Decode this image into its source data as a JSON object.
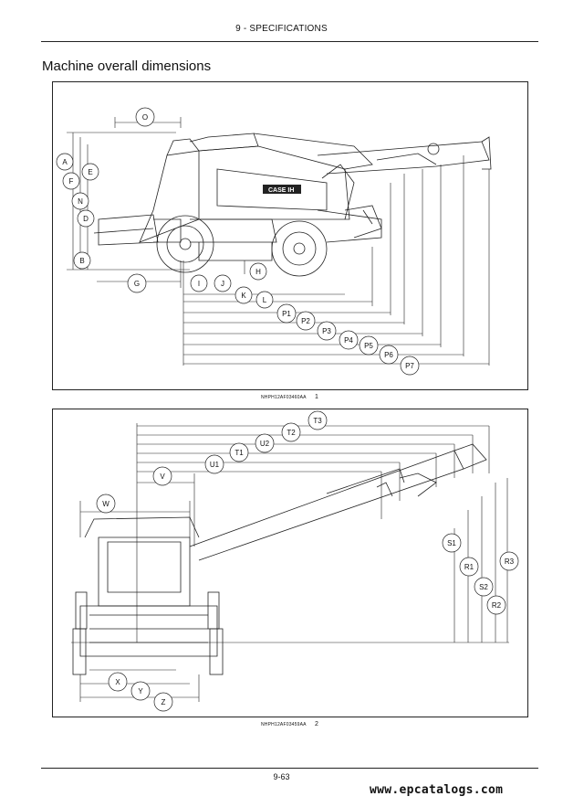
{
  "header": {
    "section": "9 - SPECIFICATIONS"
  },
  "title": "Machine overall dimensions",
  "figure1": {
    "code": "NHPH12AF03460AA",
    "number": "1",
    "brand_text": "CASE IH",
    "labels": [
      "A",
      "B",
      "D",
      "E",
      "F",
      "G",
      "H",
      "I",
      "J",
      "K",
      "L",
      "N",
      "O",
      "P1",
      "P2",
      "P3",
      "P4",
      "P5",
      "P6",
      "P7"
    ]
  },
  "figure2": {
    "code": "NHPH12AF03459AA",
    "number": "2",
    "labels": [
      "S1",
      "R1",
      "S2",
      "R2",
      "R3",
      "T3",
      "T2",
      "U2",
      "T1",
      "U1",
      "V",
      "W",
      "X",
      "Y",
      "Z"
    ]
  },
  "footer": {
    "page_number": "9-63",
    "watermark": "www.epcatalogs.com"
  }
}
